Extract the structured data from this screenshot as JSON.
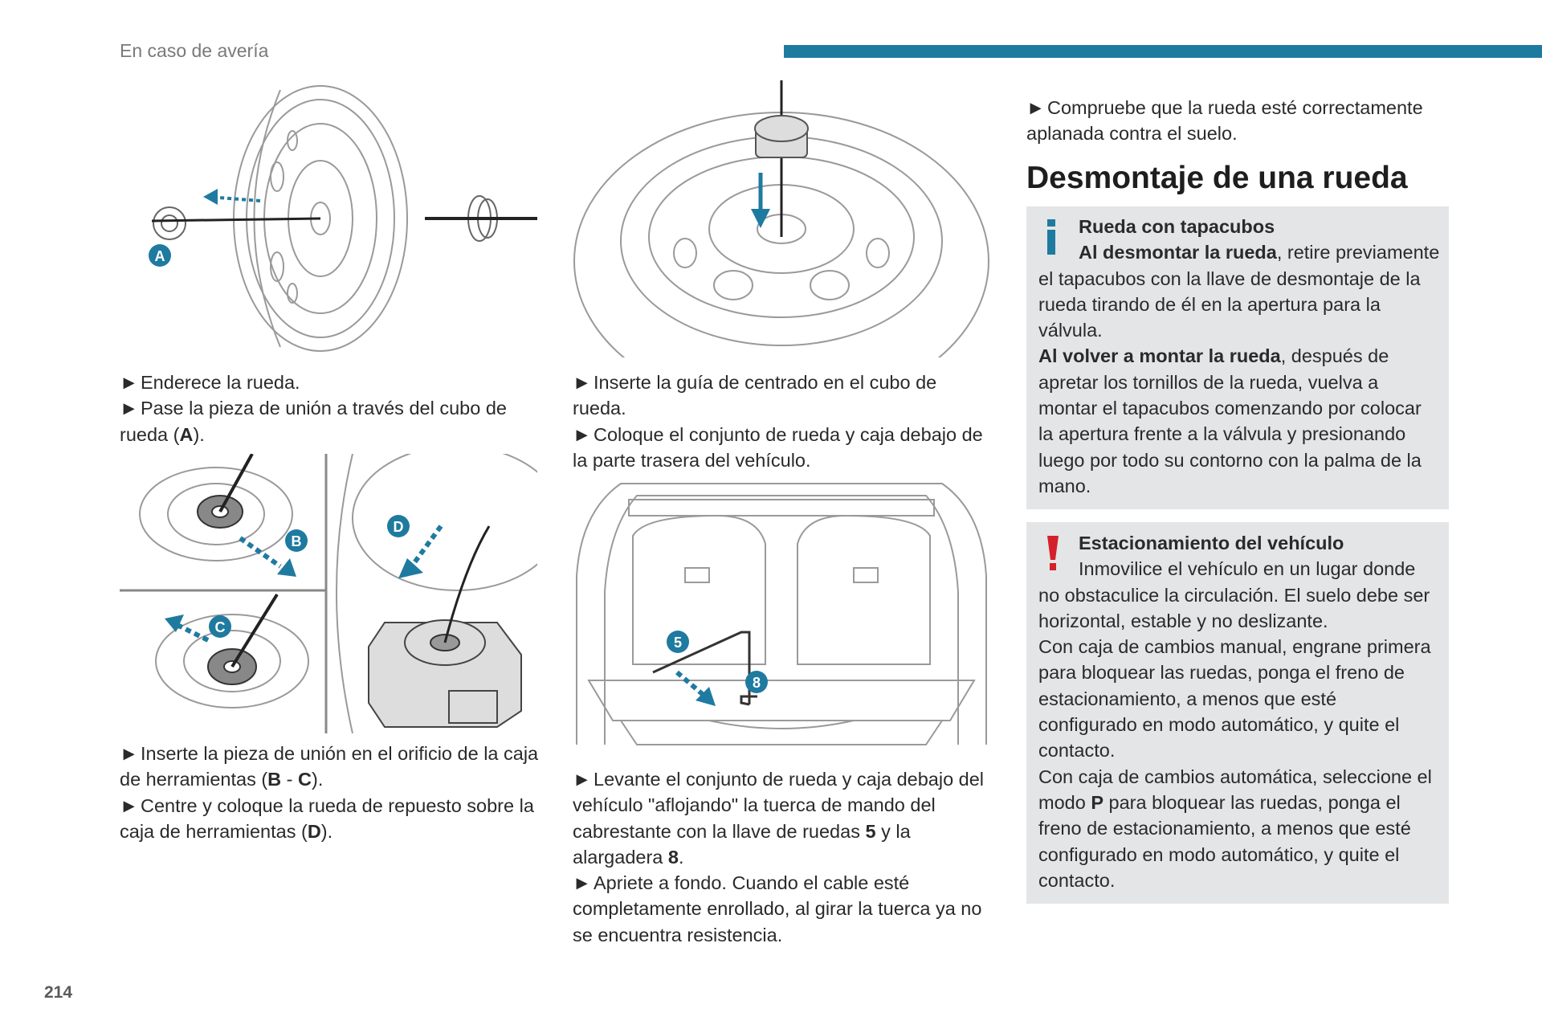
{
  "header": {
    "section_title": "En caso de avería",
    "accent_color": "#1f7aa0"
  },
  "page_number": "214",
  "col1": {
    "step_a1": "Enderece la rueda.",
    "step_a2_pre": "Pase la pieza de unión a través del cubo de rueda (",
    "step_a2_bold": "A",
    "step_a2_post": ").",
    "step_b1_pre": "Inserte la pieza de unión en el orificio de la caja de herramientas (",
    "step_b1_bold1": "B",
    "step_b1_mid": " - ",
    "step_b1_bold2": "C",
    "step_b1_post": ").",
    "step_b2_pre": "Centre y coloque la rueda de repuesto sobre la caja de herramientas (",
    "step_b2_bold": "D",
    "step_b2_post": ")."
  },
  "col2": {
    "step_c1": "Inserte la guía de centrado en el cubo de rueda.",
    "step_c2": "Coloque el conjunto de rueda y caja debajo de la parte trasera del vehículo.",
    "step_d1_pre": "Levante el conjunto de rueda y caja debajo del vehículo \"aflojando\" la tuerca de mando del cabrestante con la llave de ruedas ",
    "step_d1_bold1": "5",
    "step_d1_mid": " y la alargadera ",
    "step_d1_bold2": "8",
    "step_d1_post": ".",
    "step_d2": "Apriete a fondo. Cuando el cable esté completamente enrollado, al girar la tuerca ya no se encuentra resistencia."
  },
  "col3": {
    "step_e1": "Compruebe que la rueda esté correctamente aplanada contra el suelo.",
    "heading": "Desmontaje de una rueda",
    "info_box": {
      "title": "Rueda con tapacubos",
      "p1_bold": "Al desmontar la rueda",
      "p1_rest": ", retire previamente el tapacubos con la llave de desmontaje de la rueda tirando de él en la apertura para la válvula.",
      "p2_bold": "Al volver a montar la rueda",
      "p2_rest": ", después de apretar los tornillos de la rueda, vuelva a montar el tapacubos comenzando por colocar la apertura frente a la válvula y presionando luego por todo su contorno con la palma de la mano."
    },
    "warn_box": {
      "title": "Estacionamiento del vehículo",
      "p1": "Inmovilice el vehículo en un lugar donde no obstaculice la circulación. El suelo debe ser horizontal, estable y no deslizante.",
      "p2": "Con caja de cambios manual, engrane primera para bloquear las ruedas, ponga el freno de estacionamiento, a menos que esté configurado en modo automático, y quite el contacto.",
      "p3_pre": "Con caja de cambios automática, seleccione el modo ",
      "p3_bold": "P",
      "p3_post": " para bloquear las ruedas, ponga el freno de estacionamiento, a menos que esté configurado en modo automático, y quite el contacto."
    }
  },
  "figure_labels": {
    "a": "A",
    "b": "B",
    "c": "C",
    "d": "D",
    "n5": "5",
    "n8": "8"
  },
  "colors": {
    "marker": "#1f7aa0",
    "warning": "#d4202a",
    "box_bg": "#e4e5e6"
  }
}
